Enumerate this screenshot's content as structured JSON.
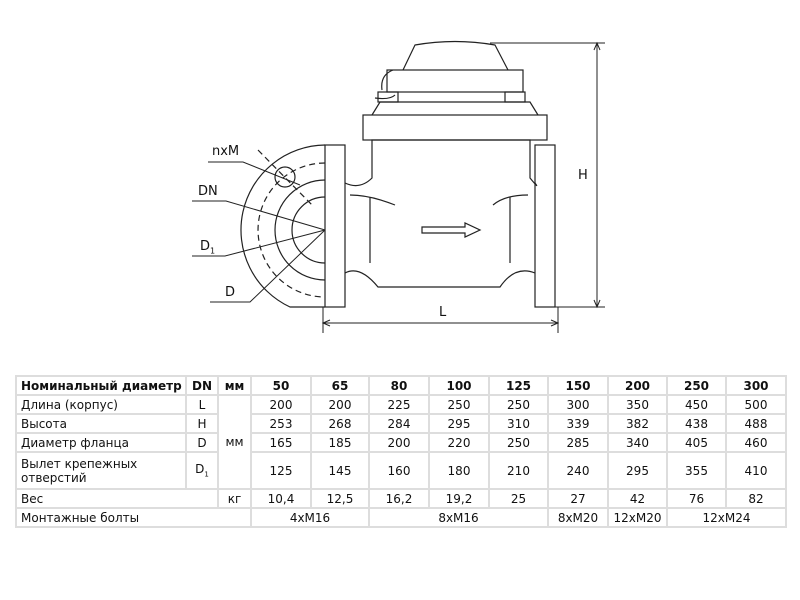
{
  "drawing": {
    "labels": {
      "nxm": "nxM",
      "dn": "DN",
      "d1": "D",
      "d1_sub": "1",
      "d": "D",
      "h": "H",
      "l": "L"
    }
  },
  "table": {
    "header": {
      "name": "Номинальный диаметр",
      "symbol": "DN",
      "unit": "мм",
      "values": [
        "50",
        "65",
        "80",
        "100",
        "125",
        "150",
        "200",
        "250",
        "300"
      ]
    },
    "rows": [
      {
        "name": "Длина (корпус)",
        "symbol": "L",
        "values": [
          "200",
          "200",
          "225",
          "250",
          "250",
          "300",
          "350",
          "450",
          "500"
        ]
      },
      {
        "name": "Высота",
        "symbol": "H",
        "values": [
          "253",
          "268",
          "284",
          "295",
          "310",
          "339",
          "382",
          "438",
          "488"
        ]
      },
      {
        "name": "Диаметр фланца",
        "symbol": "D",
        "values": [
          "165",
          "185",
          "200",
          "220",
          "250",
          "285",
          "340",
          "405",
          "460"
        ]
      },
      {
        "name": "Вылет крепежных отверстий",
        "symbol": "D",
        "symbol_sub": "1",
        "values": [
          "125",
          "145",
          "160",
          "180",
          "210",
          "240",
          "295",
          "355",
          "410"
        ]
      }
    ],
    "unit_mm": "мм",
    "weight": {
      "name": "Вес",
      "unit": "кг",
      "values": [
        "10,4",
        "12,5",
        "16,2",
        "19,2",
        "25",
        "27",
        "42",
        "76",
        "82"
      ]
    },
    "bolts": {
      "name": "Монтажные болты",
      "values": [
        "4xM16",
        "8xM16",
        "8xM20",
        "12xM20",
        "12xM24"
      ]
    }
  }
}
